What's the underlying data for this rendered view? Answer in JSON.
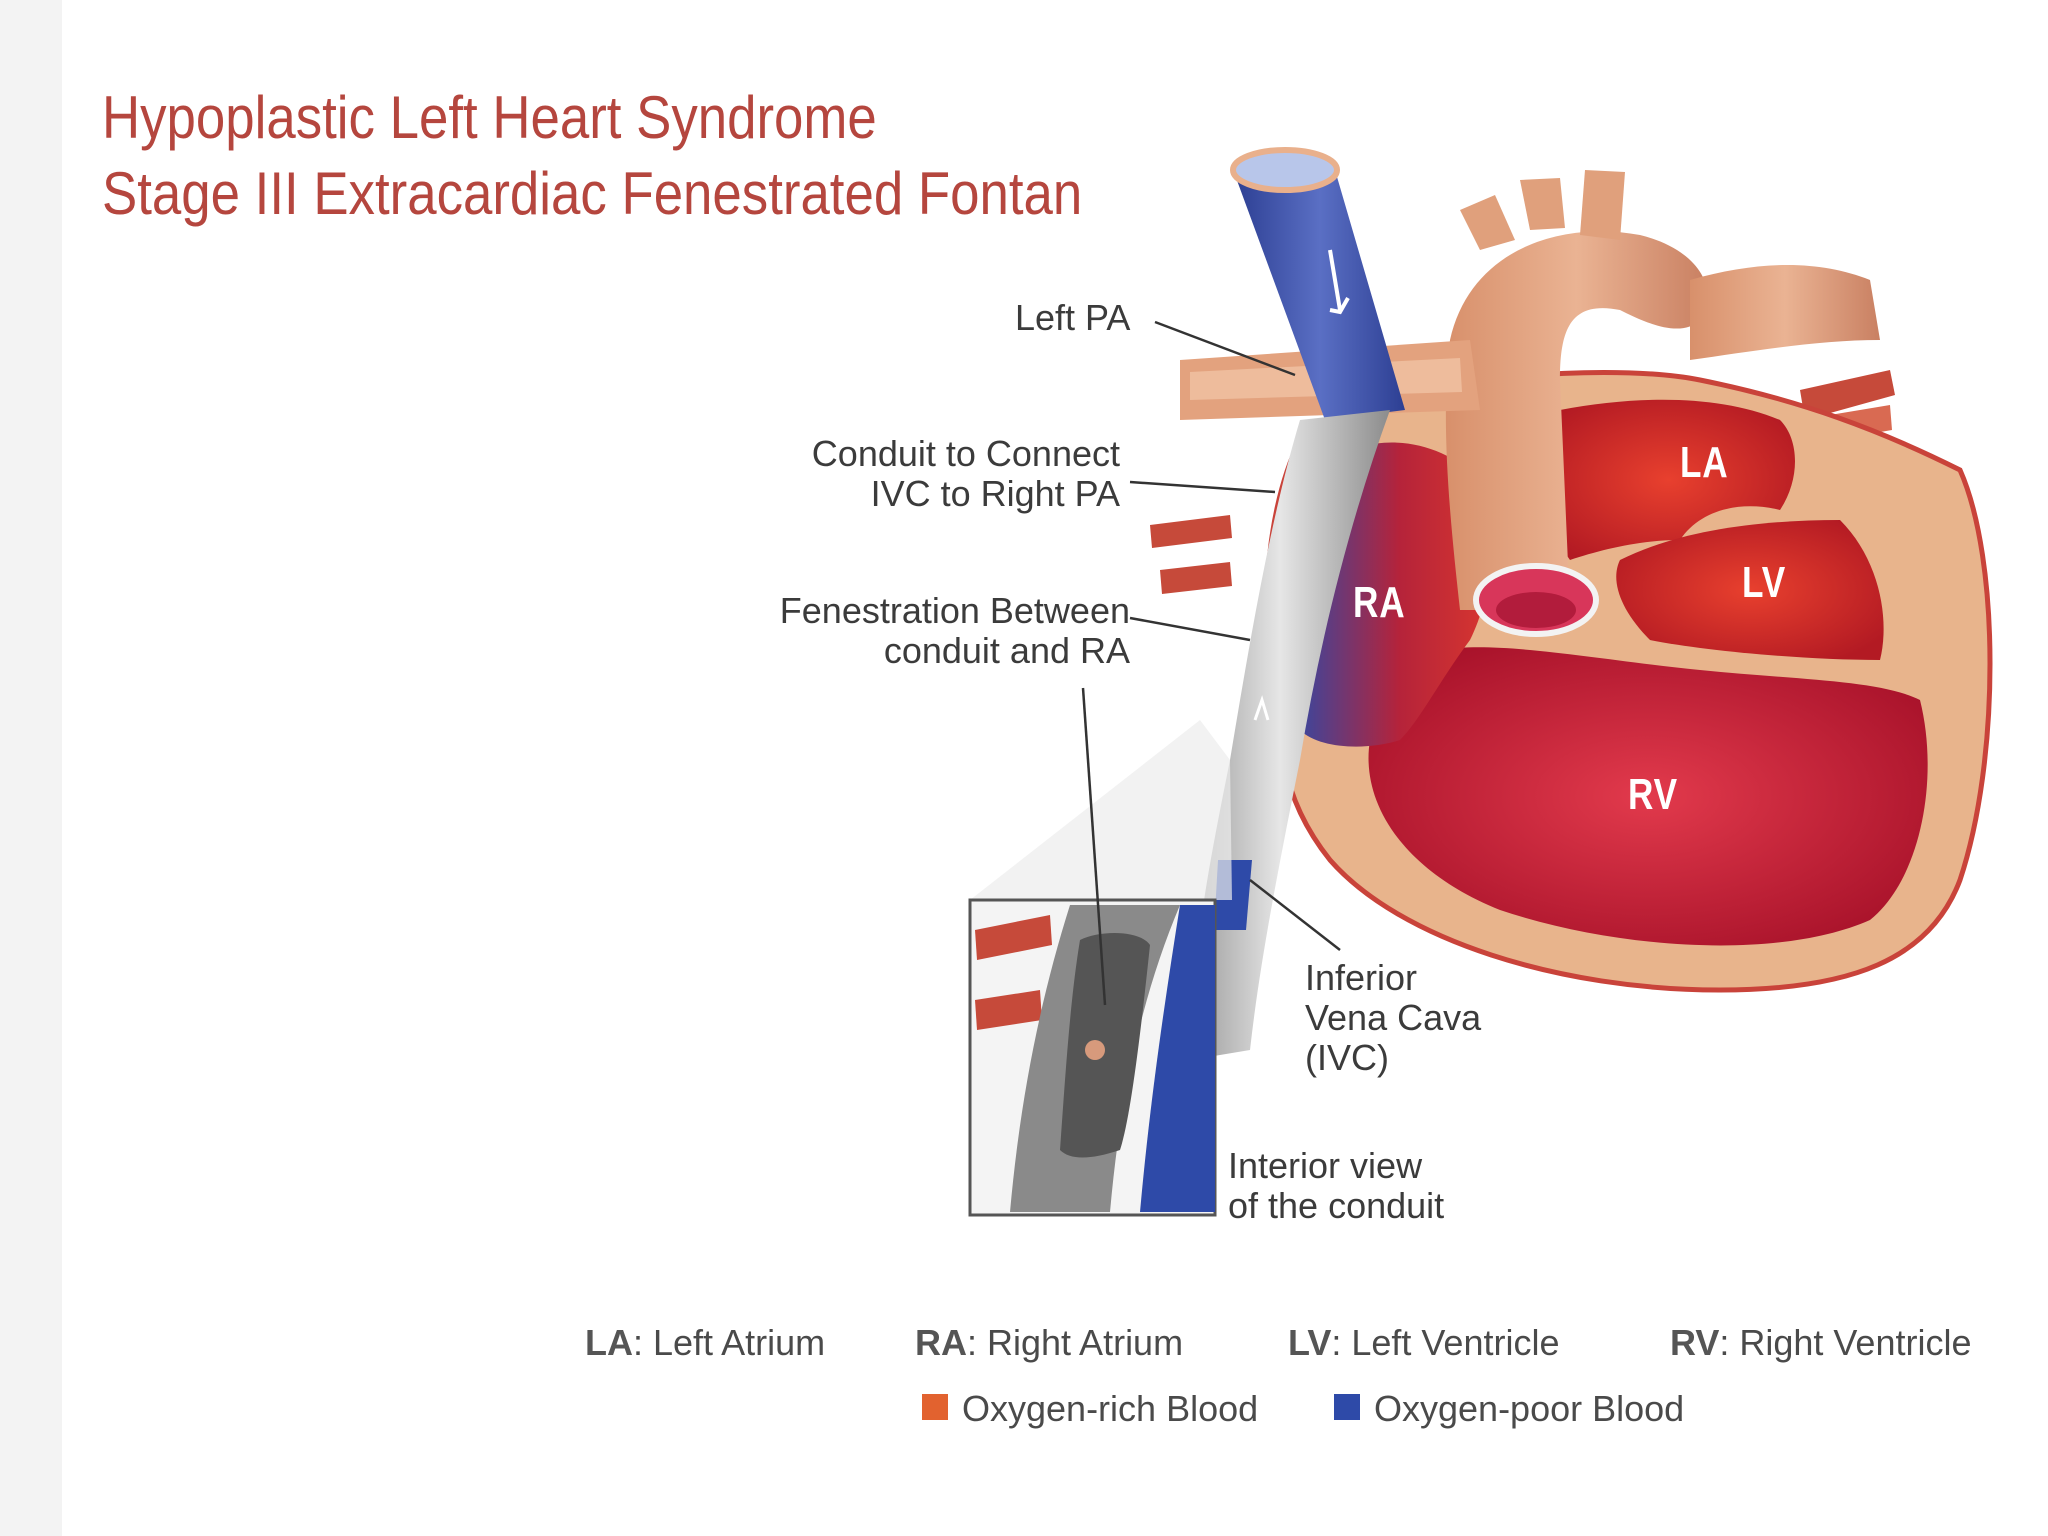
{
  "title": {
    "line1": "Hypoplastic Left Heart Syndrome",
    "line2": "Stage III Extracardiac Fenestrated Fontan"
  },
  "labels": {
    "left_pa": "Left PA",
    "conduit_line1": "Conduit to Connect",
    "conduit_line2": "IVC to Right PA",
    "fenestration_line1": "Fenestration Between",
    "fenestration_line2": "conduit and RA",
    "ivc_line1": "Inferior",
    "ivc_line2": "Vena Cava",
    "ivc_line3": "(IVC)",
    "interior_line1": "Interior view",
    "interior_line2": "of the conduit"
  },
  "chambers": {
    "la": "LA",
    "lv": "LV",
    "ra": "RA",
    "rv": "RV"
  },
  "legend": {
    "abbreviations": [
      {
        "abbr": "LA",
        "text": ": Left Atrium"
      },
      {
        "abbr": "RA",
        "text": ": Right Atrium"
      },
      {
        "abbr": "LV",
        "text": ": Left Ventricle"
      },
      {
        "abbr": "RV",
        "text": ": Right Ventricle"
      }
    ],
    "colors": [
      {
        "label": "Oxygen-rich Blood",
        "color": "#e2622f"
      },
      {
        "label": "Oxygen-poor Blood",
        "color": "#2e4aa8"
      }
    ]
  },
  "colors": {
    "title": "#b5463e",
    "oxygen_rich": "#e2622f",
    "oxygen_poor": "#2e4aa8",
    "heart_wall": "#e8b48c",
    "chamber_red": "#c91f32"
  }
}
